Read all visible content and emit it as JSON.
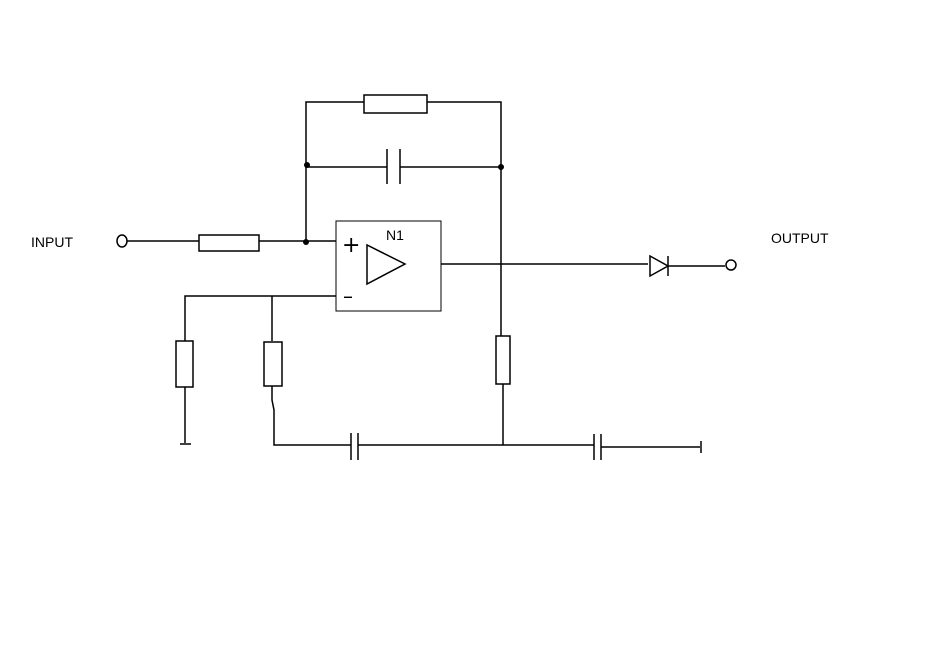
{
  "labels": {
    "input": "INPUT",
    "output": "OUTPUT",
    "opamp": "N1",
    "plus": "+",
    "minus": "–"
  },
  "colors": {
    "background": "#ffffff",
    "stroke": "#000000"
  }
}
